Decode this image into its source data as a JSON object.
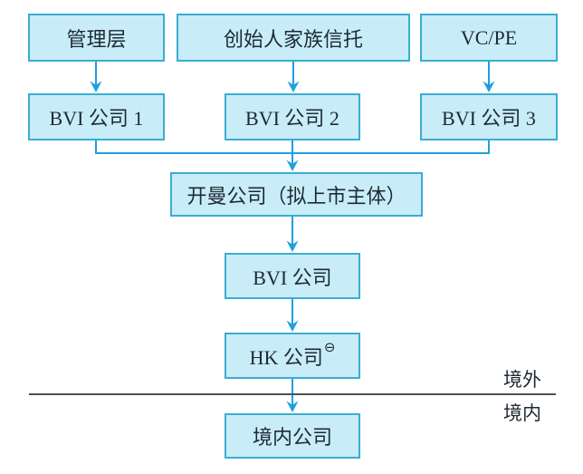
{
  "nodes": {
    "management": {
      "label": "管理层"
    },
    "founder_trust": {
      "label": "创始人家族信托"
    },
    "vc_pe": {
      "label": "VC/PE"
    },
    "bvi1": {
      "label": "BVI 公司 1"
    },
    "bvi2": {
      "label": "BVI 公司 2"
    },
    "bvi3": {
      "label": "BVI 公司 3"
    },
    "cayman": {
      "label": "开曼公司（拟上市主体）"
    },
    "bvi_mid": {
      "label": "BVI 公司"
    },
    "hk": {
      "label": "HK 公司",
      "footnote_marker": "⊖"
    },
    "domestic": {
      "label": "境内公司"
    }
  },
  "region_divider": {
    "offshore_label": "境外",
    "onshore_label": "境内"
  },
  "edges": [
    {
      "from": "管理层",
      "to": "BVI 公司 1",
      "style": "arrow"
    },
    {
      "from": "创始人家族信托",
      "to": "BVI 公司 2",
      "style": "arrow"
    },
    {
      "from": "VC/PE",
      "to": "BVI 公司 3",
      "style": "arrow"
    },
    {
      "from": "BVI 公司 1",
      "to": "开曼公司（拟上市主体）",
      "style": "elbow-merge"
    },
    {
      "from": "BVI 公司 2",
      "to": "开曼公司（拟上市主体）",
      "style": "arrow"
    },
    {
      "from": "BVI 公司 3",
      "to": "开曼公司（拟上市主体）",
      "style": "elbow-merge"
    },
    {
      "from": "开曼公司（拟上市主体）",
      "to": "BVI 公司",
      "style": "arrow"
    },
    {
      "from": "BVI 公司",
      "to": "HK 公司",
      "style": "arrow"
    },
    {
      "from": "HK 公司",
      "to": "境内公司",
      "style": "arrow-crossing-border"
    }
  ],
  "colors": {
    "box_fill": "#c8edf8",
    "box_border": "#3aadd2",
    "arrow": "#1f9fdf",
    "divider": "#4f4f4f",
    "text": "#1e2a33"
  }
}
